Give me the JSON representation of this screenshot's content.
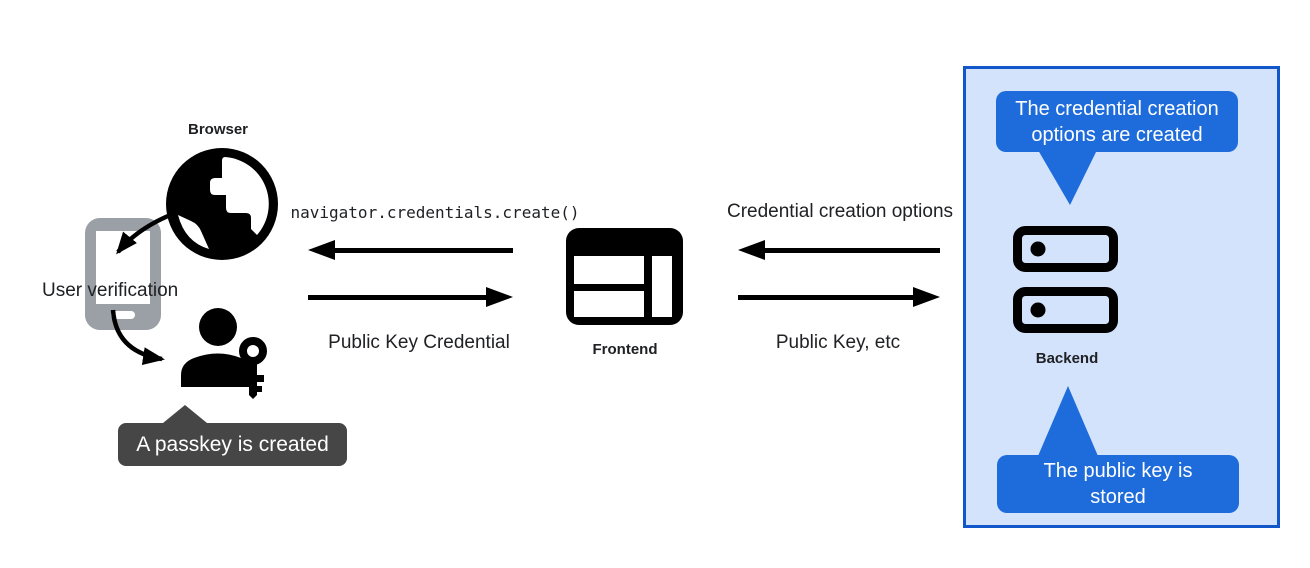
{
  "diagram": {
    "left": {
      "browser_label": "Browser",
      "user_verification_label": "User verification",
      "passkey_tooltip": "A passkey is created"
    },
    "middle": {
      "call_label": "navigator.credentials.create()",
      "credential_label": "Public Key Credential",
      "frontend_label": "Frontend"
    },
    "right": {
      "options_label": "Credential creation options",
      "public_key_label": "Public Key, etc",
      "backend_label": "Backend",
      "top_bubble": {
        "line1": "The credential creation",
        "line2": "options are created"
      },
      "bottom_bubble": {
        "line1": "The public key is",
        "line2": "stored"
      }
    },
    "icons": {
      "browser": "globe-icon",
      "user_verification": "smartphone-icon",
      "passkey": "person-with-key-icon",
      "frontend": "browser-window-icon",
      "backend": "server-stack-icon"
    },
    "colors": {
      "bubble_blue": "#1e6cdb",
      "panel_background": "#d3e3fc",
      "panel_border": "#1257c9",
      "tooltip_gray": "#464646",
      "phone_gray": "#9aa0a6",
      "ink": "#000000"
    }
  }
}
